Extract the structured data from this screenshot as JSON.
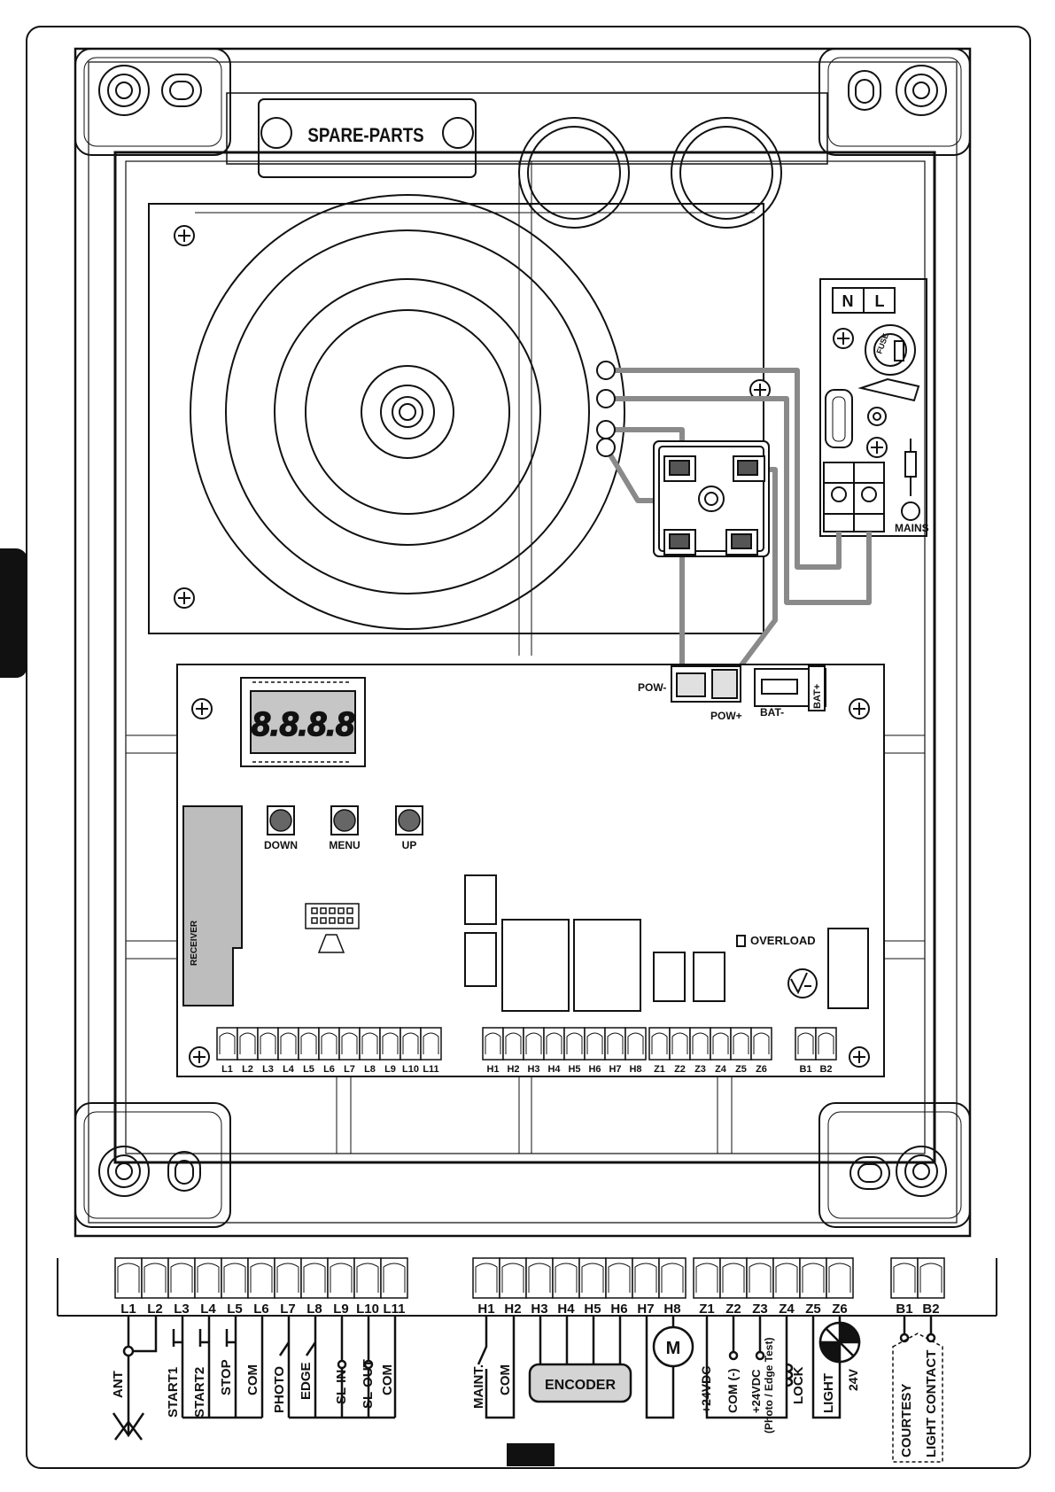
{
  "board": {
    "spare_parts": "SPARE-PARTS",
    "mains_terminals": [
      "N",
      "L"
    ],
    "fuse": "FUSE",
    "mains": "MAINS",
    "display": "8.8.8.8",
    "buttons": [
      "DOWN",
      "MENU",
      "UP"
    ],
    "receiver": "RECEIVER",
    "pow_minus": "POW-",
    "pow_plus": "POW+",
    "bat_minus": "BAT-",
    "bat_plus": "BAT+",
    "overload": "OVERLOAD",
    "pcb_terminals": {
      "L": [
        "L1",
        "L2",
        "L3",
        "L4",
        "L5",
        "L6",
        "L7",
        "L8",
        "L9",
        "L10",
        "L11"
      ],
      "H": [
        "H1",
        "H2",
        "H3",
        "H4",
        "H5",
        "H6",
        "H7",
        "H8"
      ],
      "Z": [
        "Z1",
        "Z2",
        "Z3",
        "Z4",
        "Z5",
        "Z6"
      ],
      "B": [
        "B1",
        "B2"
      ]
    }
  },
  "wiring": {
    "terminals_L": [
      "L1",
      "L2",
      "L3",
      "L4",
      "L5",
      "L6",
      "L7",
      "L8",
      "L9",
      "L10",
      "L11"
    ],
    "terminals_H": [
      "H1",
      "H2",
      "H3",
      "H4",
      "H5",
      "H6",
      "H7",
      "H8"
    ],
    "terminals_Z": [
      "Z1",
      "Z2",
      "Z3",
      "Z4",
      "Z5",
      "Z6"
    ],
    "terminals_B": [
      "B1",
      "B2"
    ],
    "labels_L": {
      "ant": "ANT",
      "start1": "START1",
      "start2": "START2",
      "stop": "STOP",
      "com1": "COM",
      "photo": "PHOTO",
      "edge": "EDGE",
      "slin": "SL-IN",
      "slout": "SL-OUT",
      "com2": "COM"
    },
    "labels_H": {
      "maint": "MAINT.",
      "com": "COM",
      "encoder": "ENCODER",
      "motor": "M"
    },
    "labels_Z": {
      "v24": "+24VDC",
      "com": "COM (-)",
      "v24test": "+24VDC",
      "test_note": "(Photo / Edge Test)",
      "lock": "LOCK",
      "light": "LIGHT",
      "v24light": "24V"
    },
    "labels_B": {
      "courtesy": "COURTESY",
      "contact": "LIGHT CONTACT"
    }
  }
}
